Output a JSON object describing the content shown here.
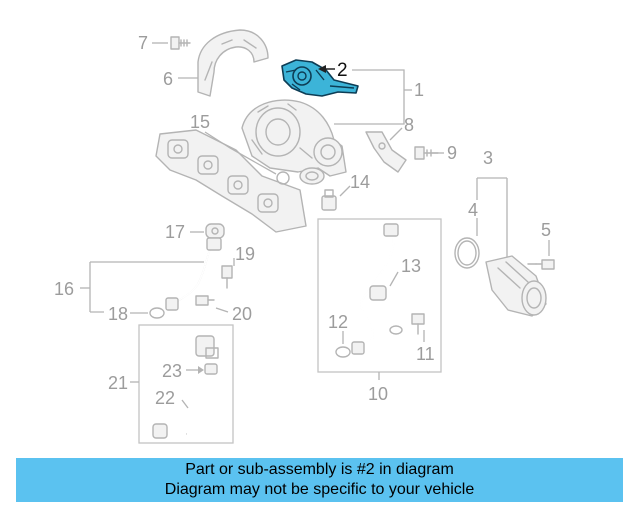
{
  "diagram": {
    "callouts": [
      "1",
      "2",
      "3",
      "4",
      "5",
      "6",
      "7",
      "8",
      "9",
      "10",
      "11",
      "12",
      "13",
      "14",
      "15",
      "16",
      "17",
      "18",
      "19",
      "20",
      "21",
      "22",
      "23"
    ],
    "highlight_color": "#3cb4d8"
  },
  "banner": {
    "line1": "Part or sub-assembly is #2 in diagram",
    "line2": "Diagram may not be specific to your vehicle",
    "background": "#5bc2f0"
  }
}
